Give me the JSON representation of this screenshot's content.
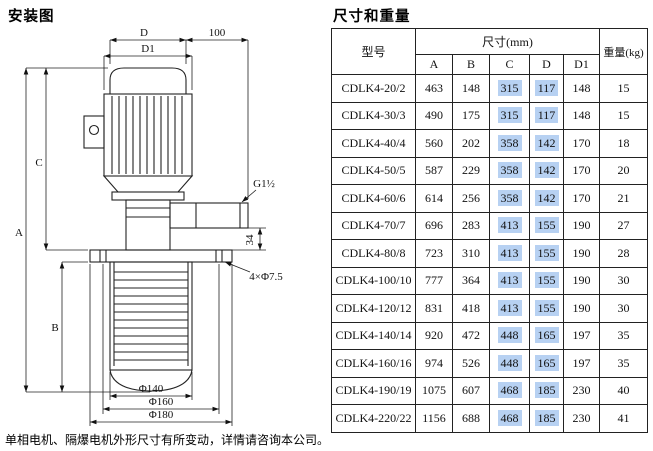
{
  "titles": {
    "left": "安装图",
    "right": "尺寸和重量"
  },
  "footnote": "单相电机、隔爆电机外形尺寸有所变动，详情请咨询本公司。",
  "colors": {
    "cell_highlight": "#b7d1f2",
    "line": "#222222"
  },
  "diagram": {
    "labels": {
      "d": "D",
      "d1": "D1",
      "len100": "100",
      "a": "A",
      "b": "B",
      "c": "C",
      "g_thread": "G1½",
      "dim34": "34",
      "holes": "4×Φ7.5",
      "phi140": "Φ140",
      "phi160": "Φ160",
      "phi180": "Φ180"
    }
  },
  "table": {
    "headers": {
      "model": "型号",
      "size": "尺寸(mm)",
      "weight": "重量(kg)",
      "sub": [
        "A",
        "B",
        "C",
        "D",
        "D1"
      ]
    },
    "rows": [
      {
        "model": "CDLK4-20/2",
        "A": "463",
        "B": "148",
        "C": "315",
        "D": "117",
        "D1": "148",
        "weight": "15"
      },
      {
        "model": "CDLK4-30/3",
        "A": "490",
        "B": "175",
        "C": "315",
        "D": "117",
        "D1": "148",
        "weight": "15"
      },
      {
        "model": "CDLK4-40/4",
        "A": "560",
        "B": "202",
        "C": "358",
        "D": "142",
        "D1": "170",
        "weight": "18"
      },
      {
        "model": "CDLK4-50/5",
        "A": "587",
        "B": "229",
        "C": "358",
        "D": "142",
        "D1": "170",
        "weight": "20"
      },
      {
        "model": "CDLK4-60/6",
        "A": "614",
        "B": "256",
        "C": "358",
        "D": "142",
        "D1": "170",
        "weight": "21"
      },
      {
        "model": "CDLK4-70/7",
        "A": "696",
        "B": "283",
        "C": "413",
        "D": "155",
        "D1": "190",
        "weight": "27"
      },
      {
        "model": "CDLK4-80/8",
        "A": "723",
        "B": "310",
        "C": "413",
        "D": "155",
        "D1": "190",
        "weight": "28"
      },
      {
        "model": "CDLK4-100/10",
        "A": "777",
        "B": "364",
        "C": "413",
        "D": "155",
        "D1": "190",
        "weight": "30"
      },
      {
        "model": "CDLK4-120/12",
        "A": "831",
        "B": "418",
        "C": "413",
        "D": "155",
        "D1": "190",
        "weight": "30"
      },
      {
        "model": "CDLK4-140/14",
        "A": "920",
        "B": "472",
        "C": "448",
        "D": "165",
        "D1": "197",
        "weight": "35"
      },
      {
        "model": "CDLK4-160/16",
        "A": "974",
        "B": "526",
        "C": "448",
        "D": "165",
        "D1": "197",
        "weight": "35"
      },
      {
        "model": "CDLK4-190/19",
        "A": "1075",
        "B": "607",
        "C": "468",
        "D": "185",
        "D1": "230",
        "weight": "40"
      },
      {
        "model": "CDLK4-220/22",
        "A": "1156",
        "B": "688",
        "C": "468",
        "D": "185",
        "D1": "230",
        "weight": "41"
      }
    ]
  }
}
